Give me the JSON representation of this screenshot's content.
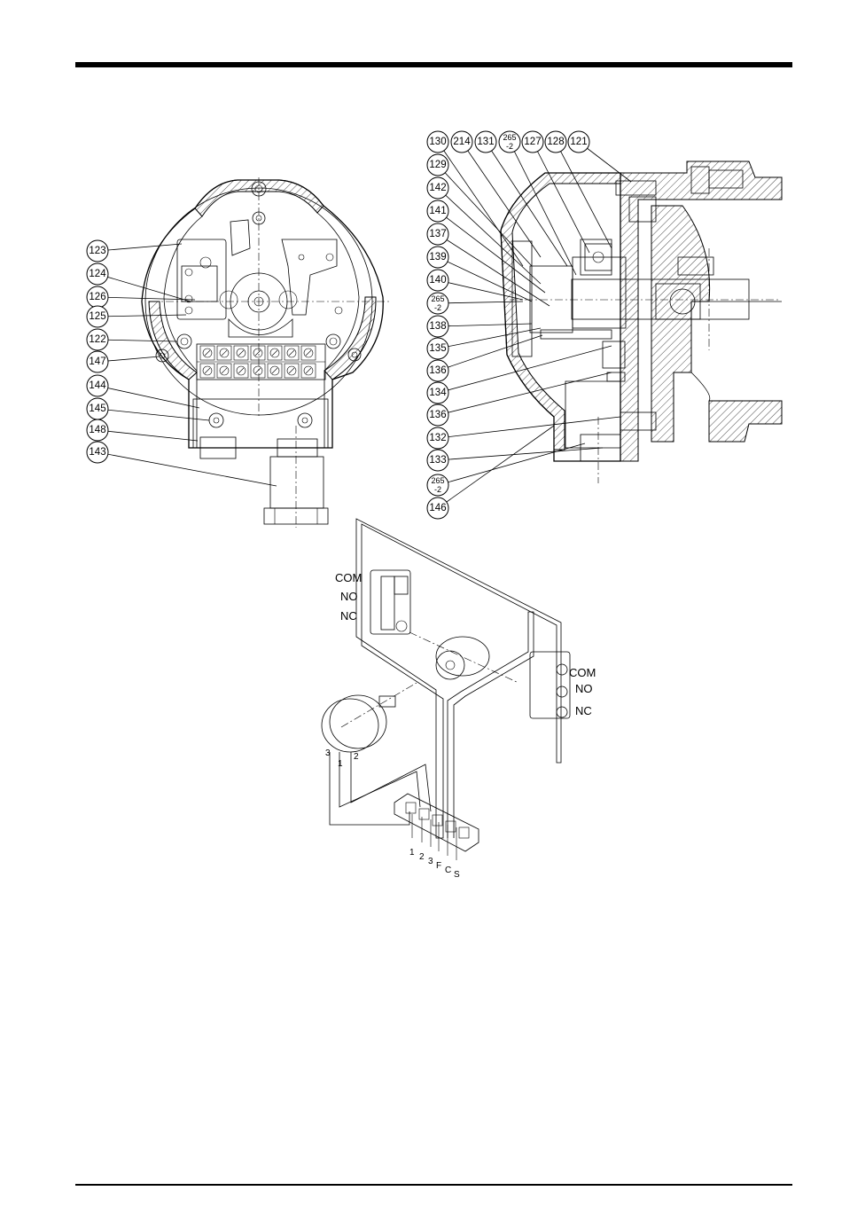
{
  "callouts": {
    "front": [
      "123",
      "124",
      "126",
      "125",
      "122",
      "147",
      "144",
      "145",
      "148",
      "143"
    ],
    "top": [
      "130",
      "214",
      "131",
      "265\n-2",
      "127",
      "128",
      "121"
    ],
    "section": [
      "129",
      "142",
      "141",
      "137",
      "139",
      "140",
      "265\n-2",
      "138",
      "135",
      "136",
      "134",
      "136",
      "132",
      "133",
      "265\n-2",
      "146"
    ]
  },
  "switch_left": {
    "com": "COM",
    "no": "NO",
    "nc": "NC"
  },
  "switch_right": {
    "com": "COM",
    "no": "NO",
    "nc": "NC"
  },
  "potentiometer_pins": [
    "3",
    "1",
    "2"
  ],
  "terminals": [
    "1",
    "2",
    "3",
    "F",
    "C",
    "S"
  ],
  "icons": {
    "callout": "numbered-circle-callout"
  }
}
